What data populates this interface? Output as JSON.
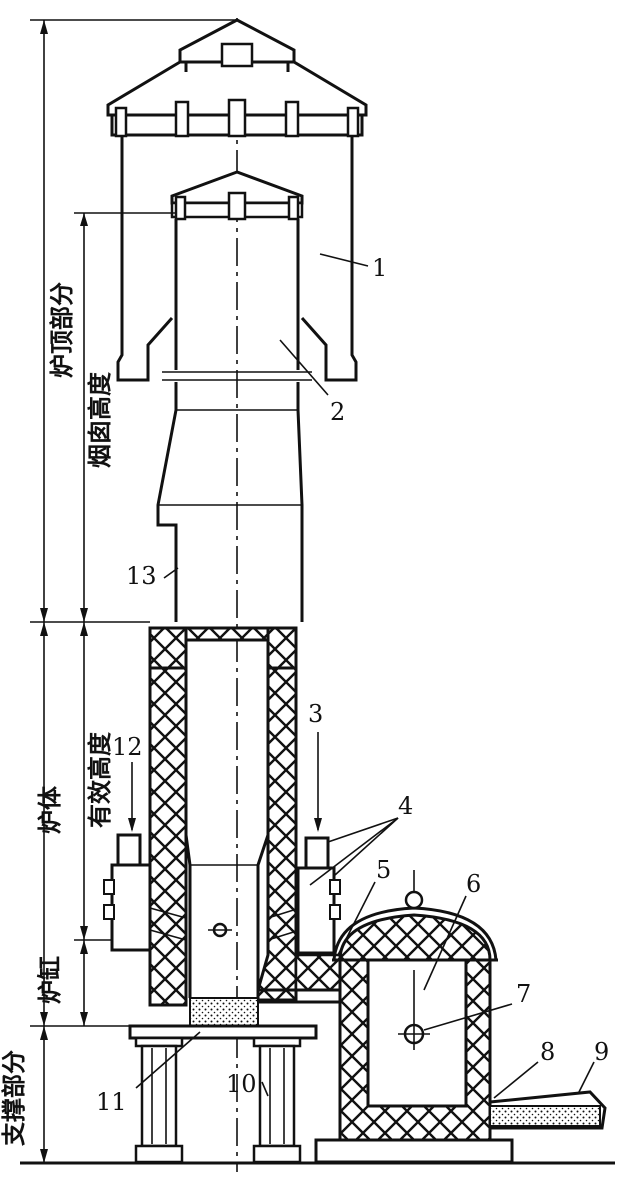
{
  "labels": {
    "l1": "1",
    "l2": "2",
    "l3": "3",
    "l4": "4",
    "l5": "5",
    "l6": "6",
    "l7": "7",
    "l8": "8",
    "l9": "9",
    "l10": "10",
    "l11": "11",
    "l12": "12",
    "l13": "13"
  },
  "dimensions": {
    "top_section": "炉顶部分",
    "chimney_height": "烟囱高度",
    "furnace_body": "炉体",
    "effective_height": "有效高度",
    "furnace_cylinder": "炉缸",
    "support_section": "支撑部分"
  }
}
